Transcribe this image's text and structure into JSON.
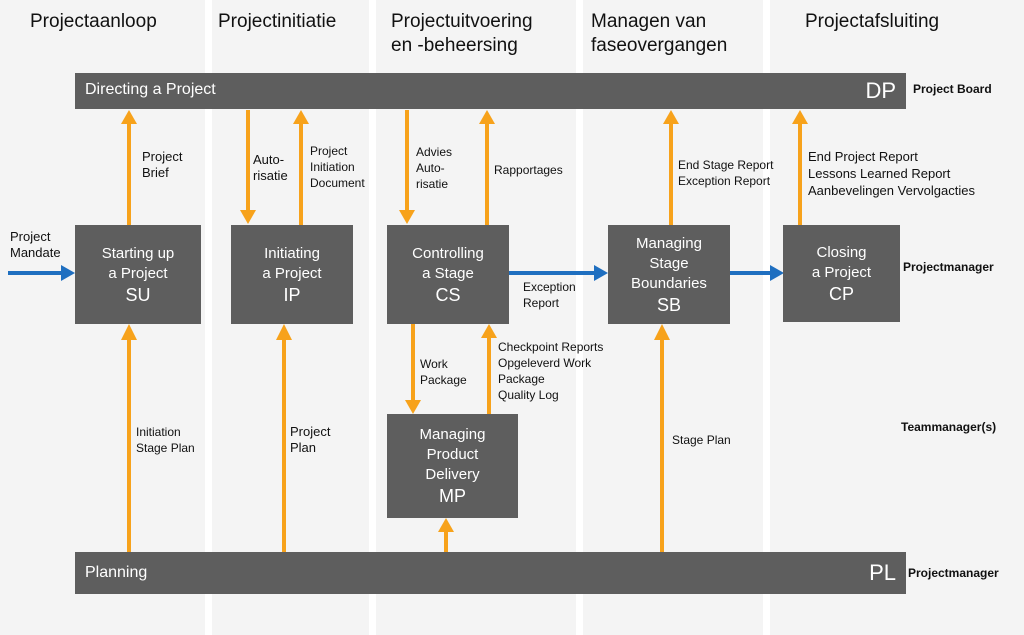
{
  "phases": [
    {
      "id": "projectaanloop",
      "lines": [
        "Projectaanloop"
      ]
    },
    {
      "id": "projectinitiatie",
      "lines": [
        "Projectinitiatie"
      ]
    },
    {
      "id": "projectuitvoering",
      "lines": [
        "Projectuitvoering",
        "en -beheersing"
      ]
    },
    {
      "id": "managen-fase",
      "lines": [
        "Managen van",
        "faseovergangen"
      ]
    },
    {
      "id": "projectafsluiting",
      "lines": [
        "Projectafsluiting"
      ]
    }
  ],
  "bars": {
    "dp": {
      "label": "Directing a Project",
      "code": "DP"
    },
    "pl": {
      "label": "Planning",
      "code": "PL"
    }
  },
  "boxes": {
    "su": {
      "lines": [
        "Starting up",
        "a Project"
      ],
      "code": "SU"
    },
    "ip": {
      "lines": [
        "Initiating",
        "a Project"
      ],
      "code": "IP"
    },
    "cs": {
      "lines": [
        "Controlling",
        "a Stage"
      ],
      "code": "CS"
    },
    "sb": {
      "lines": [
        "Managing",
        "Stage",
        "Boundaries"
      ],
      "code": "SB"
    },
    "cp": {
      "lines": [
        "Closing",
        "a Project"
      ],
      "code": "CP"
    },
    "mp": {
      "lines": [
        "Managing",
        "Product",
        "Delivery"
      ],
      "code": "MP"
    }
  },
  "roles": {
    "project_board": "Project Board",
    "projectmanager_1": "Projectmanager",
    "teammanagers": "Teammanager(s)",
    "projectmanager_2": "Projectmanager"
  },
  "labels": {
    "project_mandate": [
      "Project",
      "Mandate"
    ],
    "project_brief": [
      "Project",
      "Brief"
    ],
    "autorisatie_ip": [
      "Auto-",
      "risatie"
    ],
    "pid": [
      "Project",
      "Initiation",
      "Document"
    ],
    "advies": [
      "Advies",
      "Auto-",
      "risatie"
    ],
    "rapportages": [
      "Rapportages"
    ],
    "end_stage": [
      "End Stage Report",
      "Exception Report"
    ],
    "end_project": [
      "End Project Report",
      "Lessons Learned Report",
      "Aanbevelingen Vervolgacties"
    ],
    "exception_report": [
      "Exception",
      "Report"
    ],
    "work_package": [
      "Work",
      "Package"
    ],
    "checkpoint": [
      "Checkpoint Reports",
      "Opgeleverd Work",
      "Package",
      "Quality Log"
    ],
    "initiation_stage_plan": [
      "Initiation",
      "Stage Plan"
    ],
    "project_plan": [
      "Project",
      "Plan"
    ],
    "stage_plan": [
      "Stage Plan"
    ]
  },
  "colors": {
    "orange_arrow": "#f7a21b",
    "blue_arrow": "#1f6fc0",
    "box_fill": "#5e5e5e",
    "column_bg": "#f4f4f4"
  }
}
